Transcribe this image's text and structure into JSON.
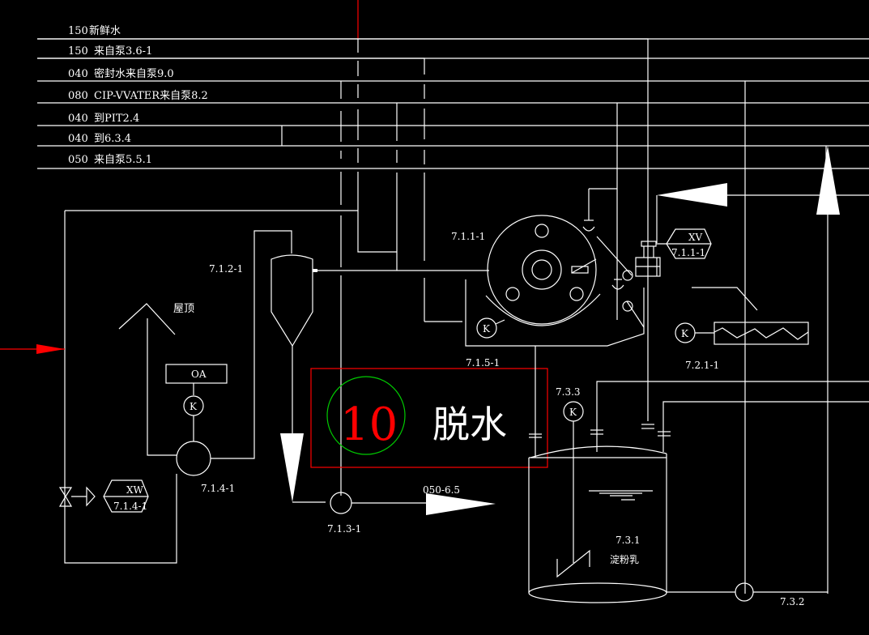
{
  "title": {
    "number": "10",
    "text": "脱水"
  },
  "colors": {
    "background": "#000000",
    "line": "#ffffff",
    "title_box": "#ff0000",
    "title_circle": "#00cc00",
    "title_number": "#ff0000",
    "inlet_arrow": "#ff0000"
  },
  "pipe_legend": [
    {
      "size": "150",
      "desc": "新鲜水"
    },
    {
      "size": "150",
      "desc": "来自泵3.6-1"
    },
    {
      "size": "040",
      "desc": "密封水来自泵9.0"
    },
    {
      "size": "080",
      "desc": "CIP-VVATER来自泵8.2"
    },
    {
      "size": "040",
      "desc": "到PIT2.4"
    },
    {
      "size": "040",
      "desc": "到6.3.4"
    },
    {
      "size": "050",
      "desc": "来自泵5.5.1"
    }
  ],
  "equipment": {
    "filter": "7.1.1-1",
    "cyclone": "7.1.2-1",
    "pump_713": "7.1.3-1",
    "pump_714": "7.1.4-1",
    "trough": "7.1.5-1",
    "heater": "7.2.1-1",
    "tank_id": "7.3.1",
    "tank_name": "淀粉乳",
    "tank_pump": "7.3.2",
    "agitator": "7.3.3",
    "roof_label": "屋顶",
    "outlet_label": "050-6.5"
  },
  "instruments": {
    "xv_tag": "XV",
    "xv_loop": "7.1.1-1",
    "xw_tag": "XW",
    "xw_loop": "7.1.4-1",
    "oa_tag": "OA",
    "motor_symbol": "K"
  }
}
